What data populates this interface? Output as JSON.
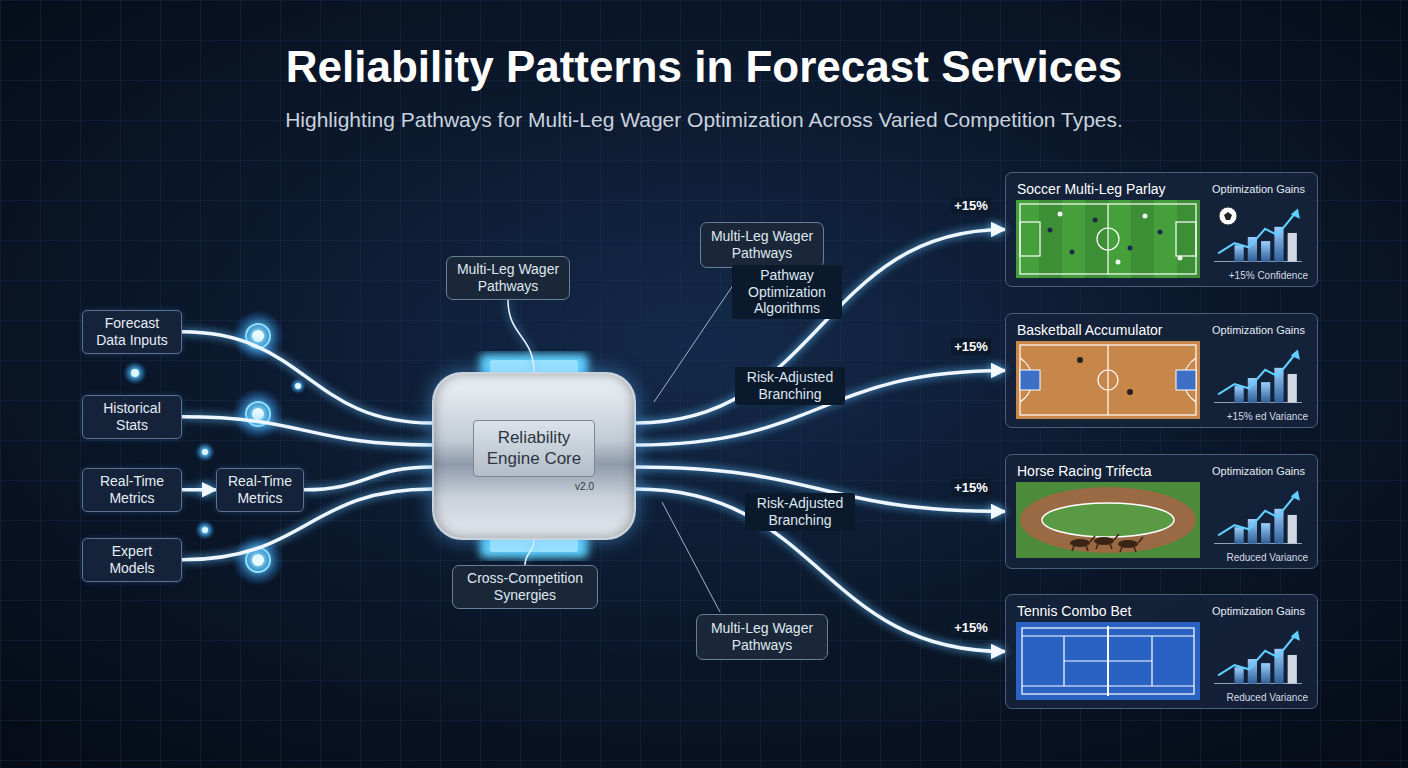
{
  "diagram": {
    "title": "Reliability Patterns in Forecast Services",
    "nodes": [
      {
        "text": [
          "Forecast Data Inputs"
        ]
      },
      {
        "text": [
          "Historical Stats"
        ]
      },
      {
        "text": [
          "Real-Time Metrics"
        ]
      },
      {
        "text": [
          "Real-Time Metrics"
        ]
      },
      {
        "text": [
          "Expert Models"
        ]
      },
      {
        "text": [
          "Reliability Engine Core",
          "v2.0"
        ]
      },
      {
        "text": [
          "Multi-Leg Wager Pathways"
        ]
      },
      {
        "text": [
          "Cross-Competition Synergies"
        ]
      },
      {
        "text": [
          "Multi-Leg Wager Pathways"
        ]
      },
      {
        "text": [
          "Multi-Leg Wager Pathways"
        ]
      },
      {
        "text": [
          "Soccer Multi-Leg Parlay",
          "Optimization Gains",
          "+15% Confidence"
        ]
      },
      {
        "text": [
          "Basketball Accumulator",
          "Optimization Gains",
          "+15% ed Variance"
        ]
      },
      {
        "text": [
          "Horse Racing Trifecta",
          "Optimization Gains",
          "Reduced Variance"
        ]
      },
      {
        "text": [
          "Tennis Combo Bet",
          "Optimization Gains",
          "Reduced Variance"
        ]
      }
    ],
    "edges": [
      {
        "from": 0,
        "to": 5,
        "arrow": "none"
      },
      {
        "from": 1,
        "to": 5,
        "arrow": "none"
      },
      {
        "from": 2,
        "to": 3,
        "arrow": "to"
      },
      {
        "from": 3,
        "to": 5,
        "arrow": "none"
      },
      {
        "from": 4,
        "to": 5,
        "arrow": "none"
      },
      {
        "from": 5,
        "to": 10,
        "label": "+15%",
        "arrow": "to"
      },
      {
        "from": 5,
        "to": 11,
        "label": "+15%",
        "arrow": "to"
      },
      {
        "from": 5,
        "to": 12,
        "label": "+15%",
        "arrow": "to"
      },
      {
        "from": 5,
        "to": 13,
        "label": "+15%",
        "arrow": "to"
      },
      {
        "from": 6,
        "to": 5,
        "arrow": "none"
      },
      {
        "from": 7,
        "to": 5,
        "arrow": "none"
      }
    ],
    "labels": [
      "Highlighting Pathways for Multi-Leg Wager Optimization Across Varied Competition Types.",
      "Pathway Optimization Algorithms",
      "Risk-Adjusted Branching",
      "Risk-Adjusted Branching"
    ]
  }
}
